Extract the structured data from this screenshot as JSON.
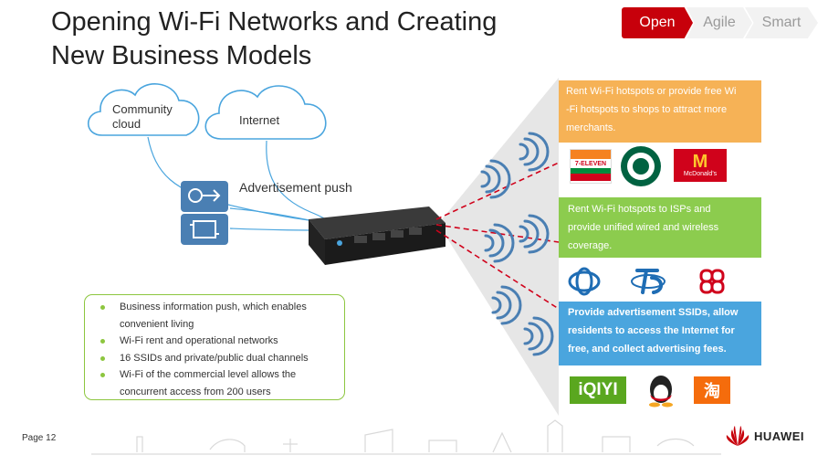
{
  "header": {
    "title_line1": "Opening Wi-Fi Networks and Creating",
    "title_line2": "New Business Models",
    "steps": [
      "Open",
      "Agile",
      "Smart"
    ]
  },
  "diagram": {
    "community_cloud_line1": "Community",
    "community_cloud_line2": "cloud",
    "internet_label": "Internet",
    "advertisement_label": "Advertisement push"
  },
  "features": [
    {
      "line1": "Business information push, which enables",
      "line2": "convenient living"
    },
    {
      "line1": "Wi-Fi rent and operational networks",
      "line2": ""
    },
    {
      "line1": "16 SSIDs and private/public dual channels",
      "line2": ""
    },
    {
      "line1": " Wi-Fi of the commercial level allows the",
      "line2": "concurrent access from 200 users"
    }
  ],
  "scenarios": {
    "retail": {
      "lines": [
        "Rent Wi-Fi hotspots or provide free Wi",
        "-Fi hotspots to shops to attract more",
        "merchants."
      ],
      "logos": [
        "7-ELEVEN",
        "STARBUCKS COFFEE",
        "McDonald's"
      ]
    },
    "isp": {
      "lines": [
        "Rent Wi-Fi hotspots to ISPs and",
        "provide unified wired and wireless",
        "coverage."
      ]
    },
    "residential": {
      "lines": [
        "Provide advertisement SSIDs, allow",
        "residents to access the Internet for",
        "free, and collect advertising fees."
      ],
      "logos": [
        "iQIYI",
        "淘"
      ]
    }
  },
  "colors": {
    "accent_red": "#c7000b",
    "orange": "#f6b256",
    "green": "#8ccc4e",
    "blue": "#4aa5de"
  },
  "footer": {
    "page_label": "Page 12",
    "brand": "HUAWEI"
  }
}
